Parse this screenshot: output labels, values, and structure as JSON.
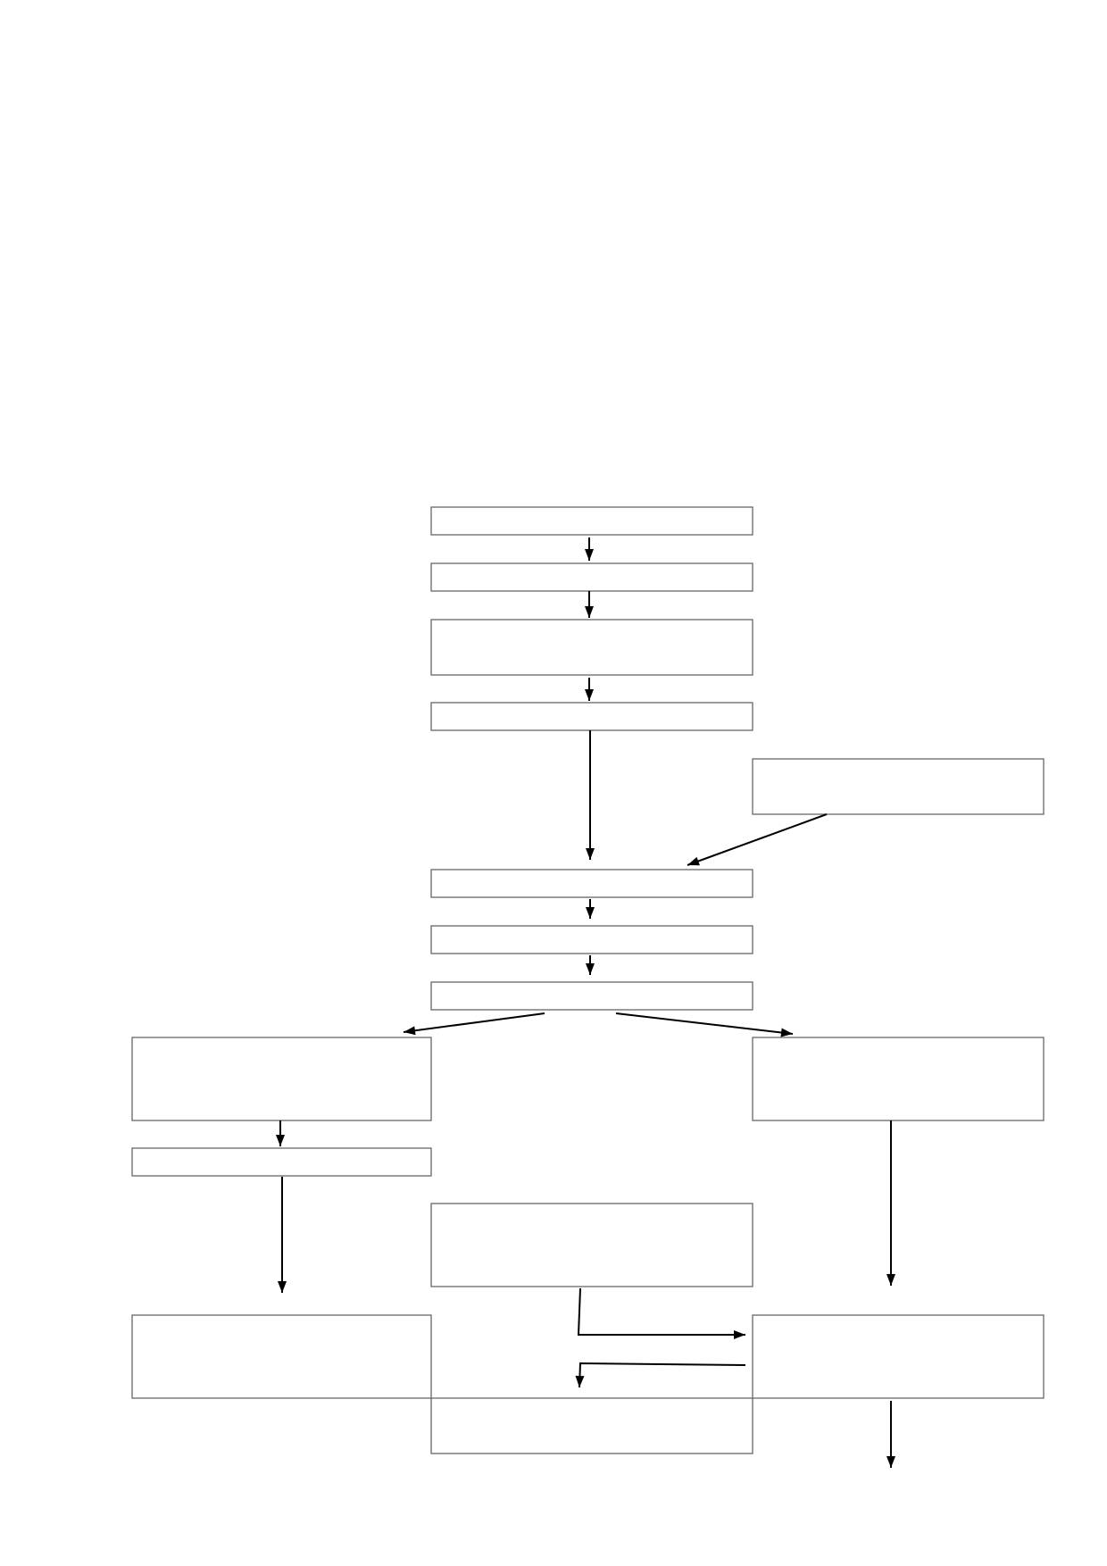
{
  "diagram": {
    "type": "flowchart",
    "node_count": 16,
    "edge_count": 16,
    "nodes_have_text": false,
    "colors": {
      "background": "#ffffff",
      "box_border": "#666666",
      "arrow": "#000000"
    }
  }
}
